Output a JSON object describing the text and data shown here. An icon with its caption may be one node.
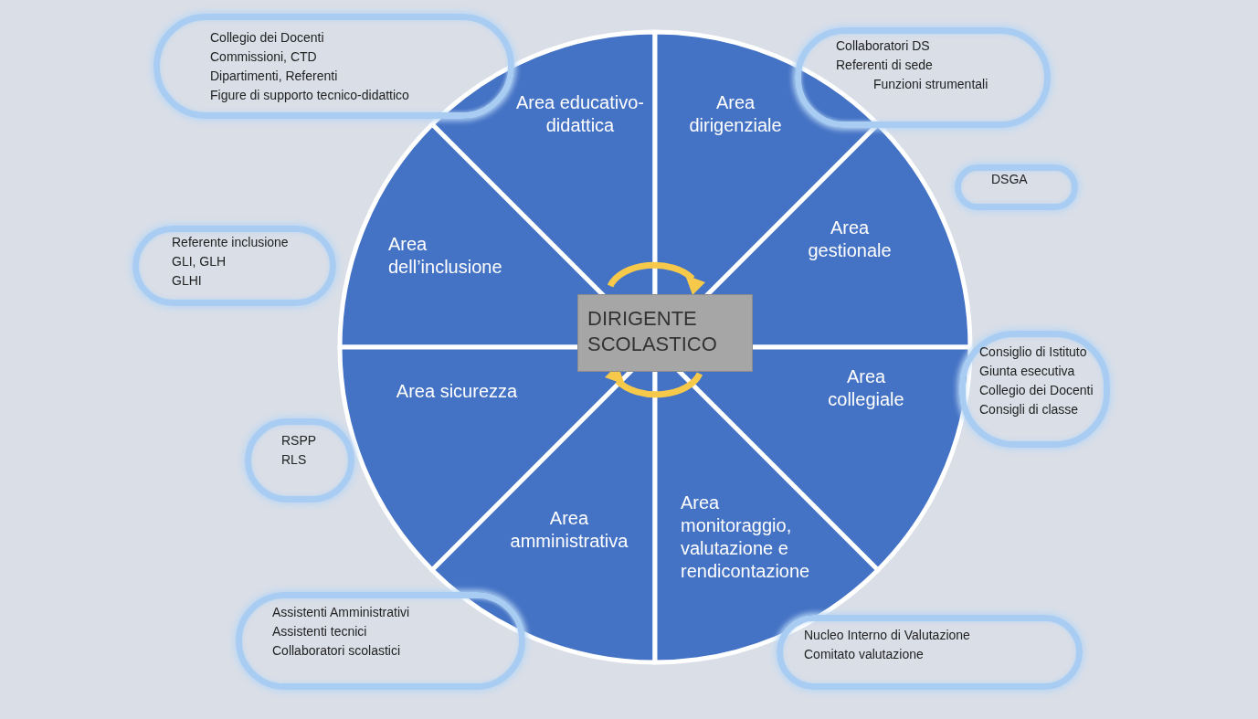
{
  "diagram": {
    "nodes": [
      {
        "text": [
          "Collegio dei Docenti",
          "Commissioni, CTD",
          "Dipartimenti, Referenti",
          "Figure di supporto tecnico-didattico"
        ]
      },
      {
        "text": [
          "Area educativo-didattica"
        ]
      },
      {
        "text": [
          "Area dirigenziale"
        ]
      },
      {
        "text": [
          "Collaboratori DS",
          "Referenti di sede",
          "Funzioni strumentali"
        ]
      },
      {
        "text": [
          "DSGA"
        ]
      },
      {
        "text": [
          "Area gestionale"
        ]
      },
      {
        "text": [
          "Referente inclusione",
          "GLI, GLH",
          "GLHI"
        ]
      },
      {
        "text": [
          "Area dell’inclusione"
        ]
      },
      {
        "text": [
          "DIRIGENTE SCOLASTICO"
        ]
      },
      {
        "text": [
          "Area sicurezza"
        ]
      },
      {
        "text": [
          "Area collegiale"
        ]
      },
      {
        "text": [
          "Consiglio di Istituto",
          "Giunta esecutiva",
          "Collegio dei Docenti",
          "Consigli di classe"
        ]
      },
      {
        "text": [
          "RSPP",
          "RLS"
        ]
      },
      {
        "text": [
          "Area amministrativa"
        ]
      },
      {
        "text": [
          "Area monitoraggio, valutazione e rendicontazione"
        ]
      },
      {
        "text": [
          "Assistenti Amministrativi",
          "Assistenti tecnici",
          "Collaboratori scolastici"
        ]
      },
      {
        "text": [
          "Nucleo Interno di Valutazione",
          "Comitato valutazione"
        ]
      }
    ]
  }
}
